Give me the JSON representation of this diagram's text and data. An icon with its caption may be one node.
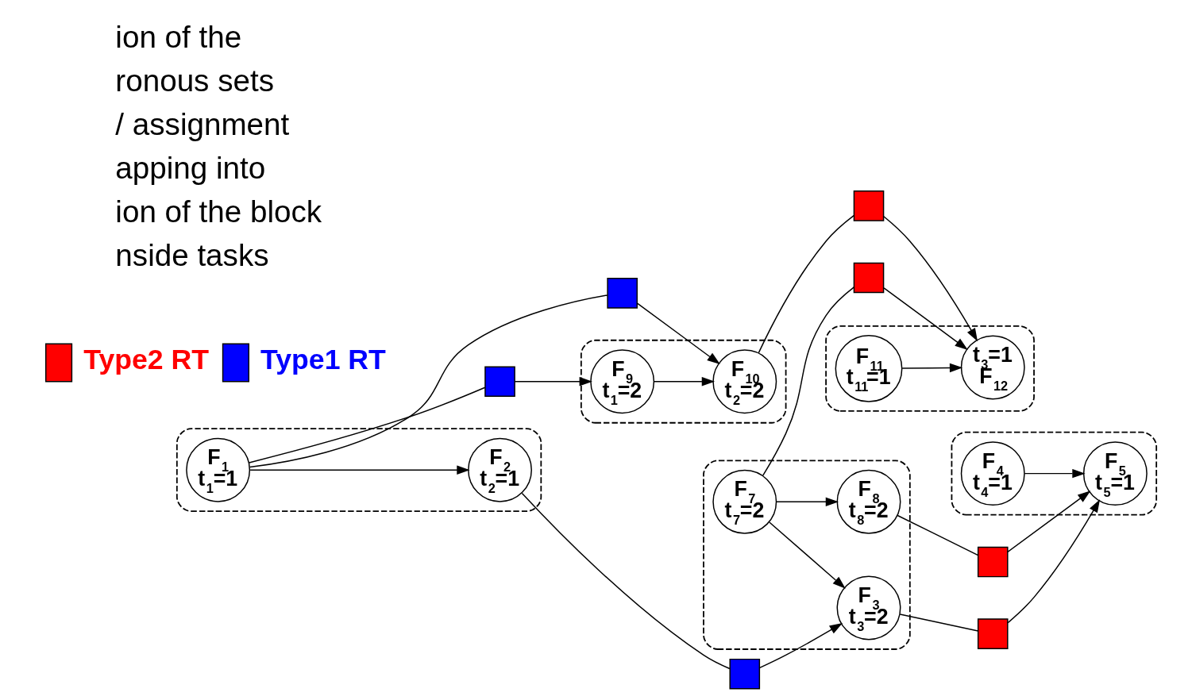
{
  "diagram": {
    "nodes": [
      {
        "text": [],
        "shape": "cloud"
      },
      {
        "text": [
          "F$_{1}$",
          "t$_{1}$=1"
        ],
        "in": 0
      },
      {
        "text": [
          "F$_{2}$",
          "t$_{2}$=1"
        ],
        "in": 0
      },
      {
        "text": [],
        "shape": "cloud"
      },
      {
        "text": [
          "F$_{3}$",
          "t$_{3}$=2"
        ],
        "in": 3
      },
      {
        "text": [
          "F$_{7}$",
          "t$_{7}$=2"
        ],
        "in": 3
      },
      {
        "text": [
          "F$_{8}$",
          "t$_{8}$=2"
        ],
        "in": 3
      },
      {
        "text": [],
        "shape": "cloud"
      },
      {
        "text": [
          "F$_{4}$",
          "t$_{4}$=1"
        ],
        "in": 7
      },
      {
        "text": [
          "F$_{5}$",
          "t$_{5}$=1"
        ],
        "in": 7
      },
      {
        "text": [],
        "shape": "cloud"
      },
      {
        "text": [
          "F$_{9}$",
          "t$_{1}$=2"
        ],
        "in": 10
      },
      {
        "text": [
          "F$_{10}$",
          "t$_{2}$=2"
        ],
        "in": 10
      },
      {
        "text": [],
        "shape": "cloud"
      },
      {
        "text": [
          "t$_{3}$=1",
          "F$_{12}$"
        ],
        "in": 13
      },
      {
        "text": [
          "F$_{11}$",
          "t$_{11}$=1"
        ],
        "in": 13
      },
      {
        "text": [],
        "shape": "box"
      },
      {
        "text": [],
        "shape": "box"
      },
      {
        "text": [],
        "shape": "box"
      },
      {
        "text": [],
        "shape": "box"
      },
      {
        "text": [],
        "shape": "box"
      },
      {
        "text": [],
        "shape": "box"
      },
      {
        "text": [],
        "shape": "box"
      }
    ],
    "edges": [
      {
        "from": 1,
        "to": 2,
        "arrow": "to"
      },
      {
        "from": 2,
        "to": 16,
        "arrow": "none"
      },
      {
        "from": 16,
        "to": 4,
        "arrow": "to"
      },
      {
        "from": 4,
        "to": 17,
        "arrow": "none"
      },
      {
        "from": 17,
        "to": 9,
        "arrow": "to"
      },
      {
        "from": 8,
        "to": 9,
        "arrow": "to"
      },
      {
        "from": 5,
        "to": 4,
        "arrow": "to"
      },
      {
        "from": 5,
        "to": 6,
        "arrow": "to"
      },
      {
        "from": 6,
        "to": 18,
        "arrow": "none"
      },
      {
        "from": 18,
        "to": 9,
        "arrow": "to"
      },
      {
        "from": 1,
        "to": 19,
        "arrow": "none"
      },
      {
        "from": 19,
        "to": 11,
        "arrow": "to"
      },
      {
        "from": 1,
        "to": 20,
        "arrow": "none"
      },
      {
        "from": 20,
        "to": 12,
        "arrow": "to"
      },
      {
        "from": 5,
        "to": 21,
        "arrow": "none"
      },
      {
        "from": 21,
        "to": 14,
        "arrow": "to"
      },
      {
        "from": 11,
        "to": 12,
        "arrow": "to"
      },
      {
        "from": 12,
        "to": 22,
        "arrow": "none"
      },
      {
        "from": 22,
        "to": 14,
        "arrow": "to"
      },
      {
        "from": 15,
        "to": 14,
        "arrow": "to"
      }
    ],
    "labels": [
      "ion of the",
      "ronous sets",
      "/ assignment",
      "apping into",
      "ion of the block",
      "nside tasks"
    ],
    "legend": [
      {
        "text": "Type2 RT",
        "color": "#ff0000"
      },
      {
        "text": "Type1 RT",
        "color": "#0000ff"
      }
    ]
  }
}
